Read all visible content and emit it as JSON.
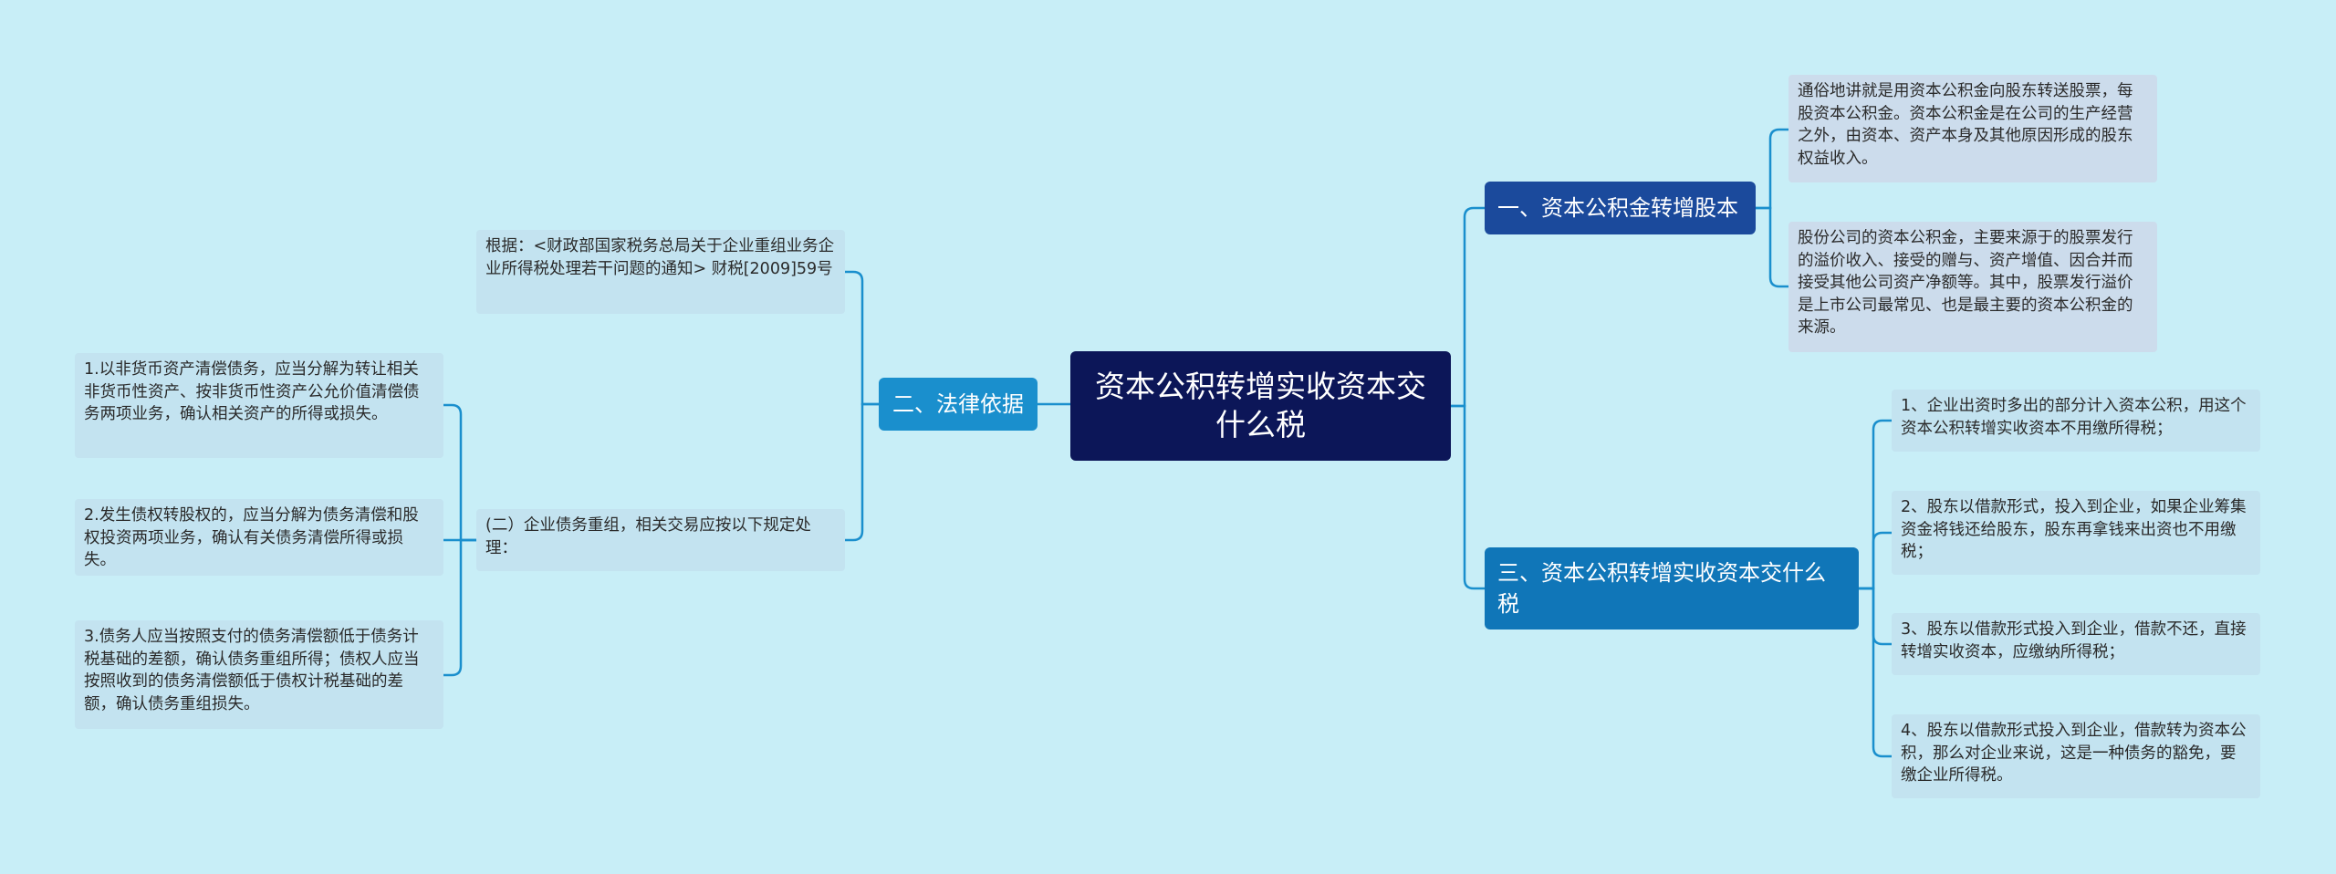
{
  "root": {
    "title": "资本公积转增实收资本交什么税"
  },
  "branches": [
    {
      "label": "一、资本公积金转增股本",
      "children": [
        "通俗地讲就是用资本公积金向股东转送股票，每股资本公积金。资本公积金是在公司的生产经营之外，由资本、资产本身及其他原因形成的股东权益收入。",
        "股份公司的资本公积金，主要来源于的股票发行的溢价收入、接受的赠与、资产增值、因合并而接受其他公司资产净额等。其中，股票发行溢价是上市公司最常见、也是最主要的资本公积金的来源。"
      ]
    },
    {
      "label": "二、法律依据",
      "children": [
        "根据：<财政部国家税务总局关于企业重组业务企业所得税处理若干问题的通知> 财税[2009]59号",
        "(二）企业债务重组，相关交易应按以下规定处理："
      ],
      "sub_children": [
        "1.以非货币资产清偿债务，应当分解为转让相关非货币性资产、按非货币性资产公允价值清偿债务两项业务，确认相关资产的所得或损失。",
        "2.发生债权转股权的，应当分解为债务清偿和股权投资两项业务，确认有关债务清偿所得或损失。",
        "3.债务人应当按照支付的债务清偿额低于债务计税基础的差额，确认债务重组所得；债权人应当按照收到的债务清偿额低于债权计税基础的差额，确认债务重组损失。"
      ]
    },
    {
      "label": "三、资本公积转增实收资本交什么税",
      "children": [
        "1、企业出资时多出的部分计入资本公积，用这个资本公积转增实收资本不用缴所得税；",
        "2、股东以借款形式，投入到企业，如果企业筹集资金将钱还给股东，股东再拿钱来出资也不用缴税；",
        "3、股东以借款形式投入到企业，借款不还，直接转增实收资本，应缴纳所得税；",
        "4、股东以借款形式投入到企业，借款转为资本公积，那么对企业来说，这是一种债务的豁免，要缴企业所得税。"
      ]
    }
  ],
  "colors": {
    "background": "#c8eef7",
    "root": "#0c1658",
    "branch_1": "#1b4a9c",
    "branch_2": "#1a8fcd",
    "branch_3": "#1076b8",
    "connector": "#1a8fcd"
  }
}
